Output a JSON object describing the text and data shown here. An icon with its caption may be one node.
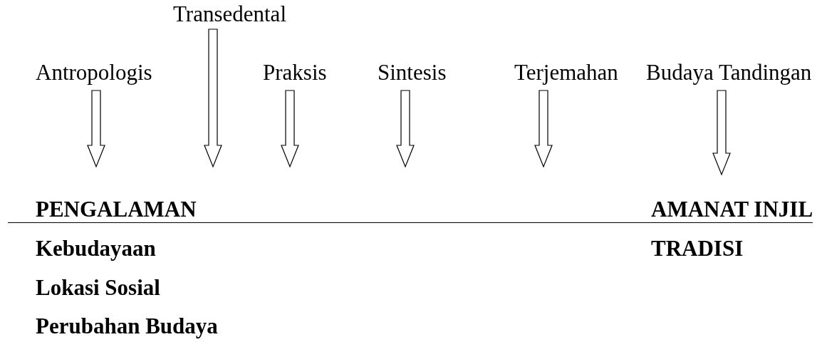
{
  "diagram": {
    "nodes": [
      {
        "text": [
          "Antropologis"
        ]
      },
      {
        "text": [
          "Transedental"
        ]
      },
      {
        "text": [
          "Praksis"
        ]
      },
      {
        "text": [
          "Sintesis"
        ]
      },
      {
        "text": [
          "Terjemahan"
        ]
      },
      {
        "text": [
          "Budaya Tandingan"
        ]
      }
    ],
    "edges": [
      {
        "from": 0,
        "to": null,
        "arrow": "to"
      },
      {
        "from": 1,
        "to": null,
        "arrow": "to"
      },
      {
        "from": 2,
        "to": null,
        "arrow": "to"
      },
      {
        "from": 3,
        "to": null,
        "arrow": "to"
      },
      {
        "from": 4,
        "to": null,
        "arrow": "to"
      },
      {
        "from": 5,
        "to": null,
        "arrow": "to"
      }
    ],
    "labels": [
      "PENGALAMAN",
      "AMANAT INJIL",
      "Kebudayaan",
      "TRADISI",
      "Lokasi Sosial",
      "Perubahan Budaya"
    ]
  }
}
